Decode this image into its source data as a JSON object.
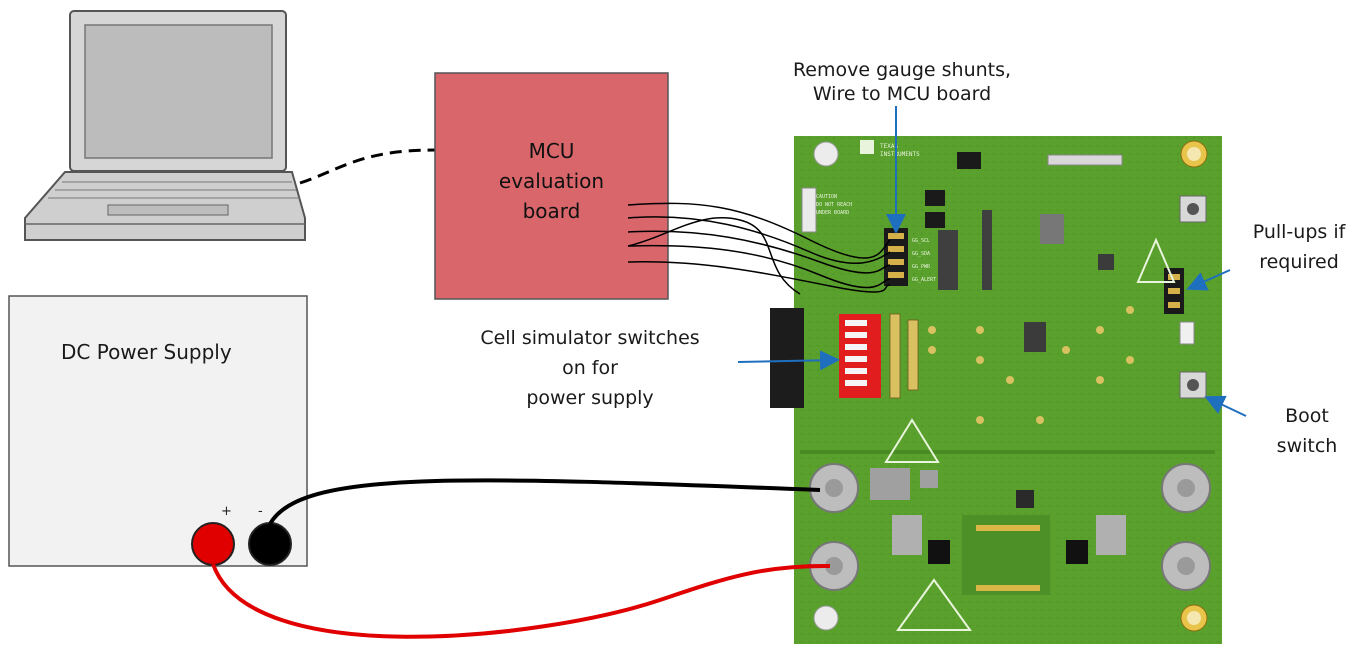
{
  "mcu": {
    "line1": "MCU",
    "line2": "evaluation",
    "line3": "board"
  },
  "power_supply": {
    "label": "DC Power Supply",
    "plus": "+",
    "minus": "-"
  },
  "callouts": {
    "gauge_line1": "Remove gauge shunts,",
    "gauge_line2": "Wire to MCU board",
    "cell_line1": "Cell simulator switches",
    "cell_line2": "on for",
    "cell_line3": "power supply",
    "pullup_line1": "Pull-ups if",
    "pullup_line2": "required",
    "boot_line1": "Boot",
    "boot_line2": "switch"
  },
  "colors": {
    "mcu_fill": "#d9666b",
    "pcb_green": "#5aa02c",
    "callout_arrow": "#1f6fbf",
    "red_wire": "#e00000",
    "black_wire": "#000000",
    "psu_fill": "#f2f2f2",
    "laptop_fill": "#cfcfcf"
  }
}
